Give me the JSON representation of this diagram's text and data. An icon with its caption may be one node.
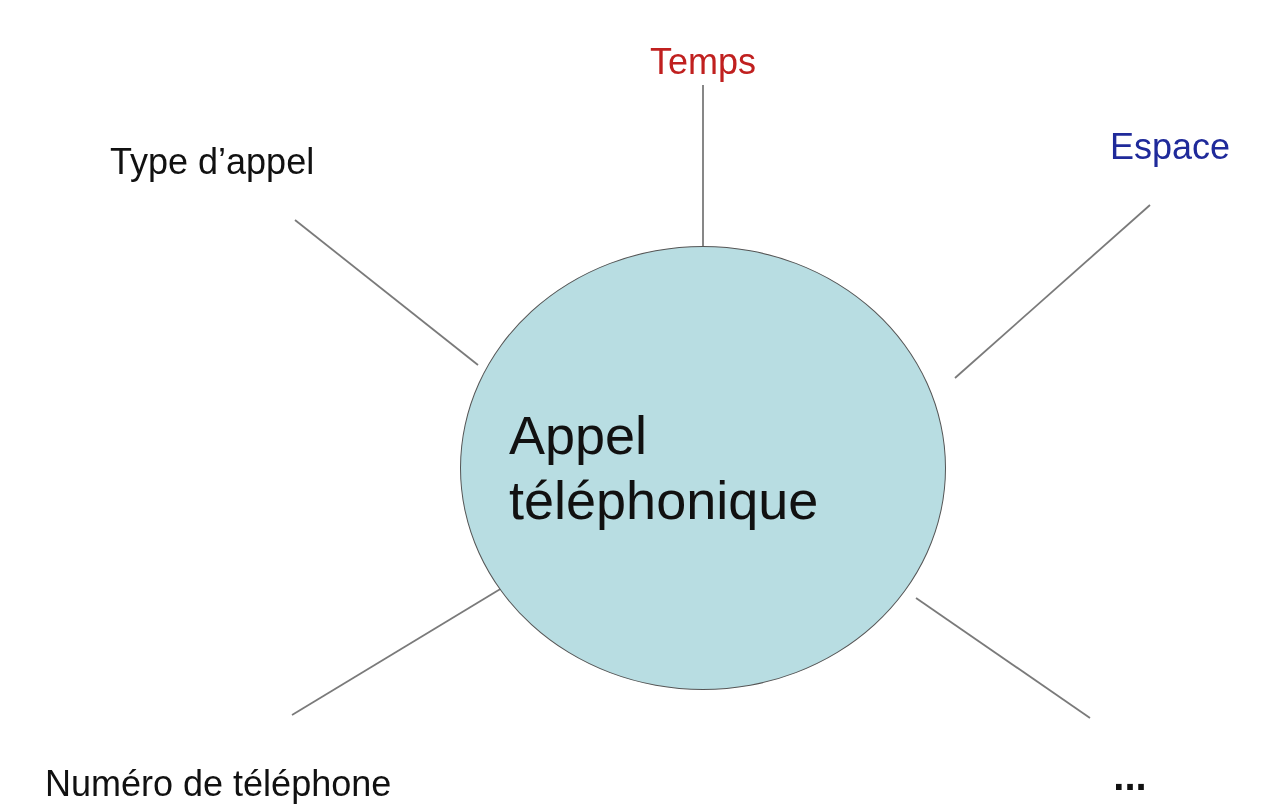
{
  "diagram": {
    "nodes": [
      {
        "text": [
          "Appel téléphonique"
        ]
      },
      {
        "text": [
          "Temps"
        ]
      },
      {
        "text": [
          "Type d’appel"
        ]
      },
      {
        "text": [
          "Espace"
        ]
      },
      {
        "text": [
          "Numéro de téléphone"
        ]
      },
      {
        "text": [
          "..."
        ]
      }
    ],
    "edges": [
      {
        "from": 1,
        "to": 0,
        "arrow": "none"
      },
      {
        "from": 2,
        "to": 0,
        "arrow": "none"
      },
      {
        "from": 3,
        "to": 0,
        "arrow": "none"
      },
      {
        "from": 4,
        "to": 0,
        "arrow": "none"
      },
      {
        "from": 5,
        "to": 0,
        "arrow": "none"
      }
    ]
  }
}
